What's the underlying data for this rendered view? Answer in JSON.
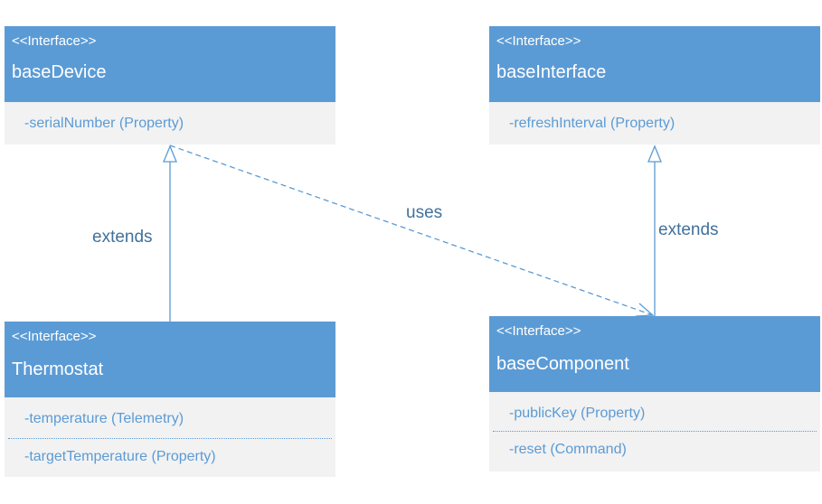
{
  "diagram": {
    "boxes": {
      "baseDevice": {
        "stereotype": "<<Interface>>",
        "name": "baseDevice",
        "members": [
          "-serialNumber (Property)"
        ]
      },
      "baseInterface": {
        "stereotype": "<<Interface>>",
        "name": "baseInterface",
        "members": [
          "-refreshInterval (Property)"
        ]
      },
      "thermostat": {
        "stereotype": "<<Interface>>",
        "name": "Thermostat",
        "members": [
          "-temperature (Telemetry)",
          "-targetTemperature (Property)"
        ]
      },
      "baseComponent": {
        "stereotype": "<<Interface>>",
        "name": "baseComponent",
        "members": [
          "-publicKey (Property)",
          "-reset (Command)"
        ]
      }
    },
    "relations": {
      "thermostat_extends": "extends",
      "uses": "uses",
      "component_extends": "extends"
    },
    "colors": {
      "header": "#5b9bd5",
      "body": "#f2f2f2",
      "line": "#5b9bd5",
      "label": "#41719c"
    }
  }
}
